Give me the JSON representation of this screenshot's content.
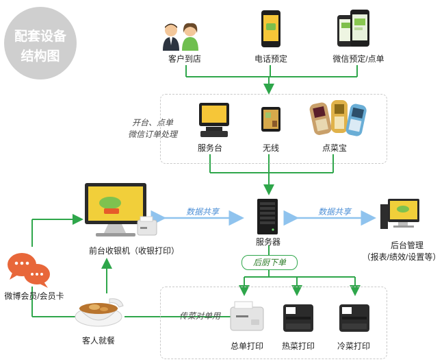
{
  "badge": {
    "line1": "配套设备",
    "line2": "结构图"
  },
  "top": {
    "customer": "客户到店",
    "phone": "电话预定",
    "wechat": "微信预定/点单"
  },
  "ordering": {
    "note_line1": "开台、点单",
    "note_line2": "微信订单处理",
    "service_desk": "服务台",
    "wireless": "无线",
    "dianbao": "点菜宝"
  },
  "middle": {
    "cashier": "前台收银机（收银打印）",
    "data_share_left": "数据共享",
    "server": "服务器",
    "data_share_right": "数据共享",
    "backend_line1": "后台管理",
    "backend_line2": "（报表/绩效/设置等）",
    "kitchen_order": "后厨下单"
  },
  "left": {
    "member": "微博会员/会员卡",
    "guest": "客人就餐",
    "pass_order": "传菜对单用"
  },
  "printers": {
    "total": "总单打印",
    "hot": "热菜打印",
    "cold": "冷菜打印"
  },
  "colors": {
    "arrow_green": "#2ea64a",
    "arrow_blue": "#8fc3ee",
    "badge_gray": "#cfcfcf"
  }
}
